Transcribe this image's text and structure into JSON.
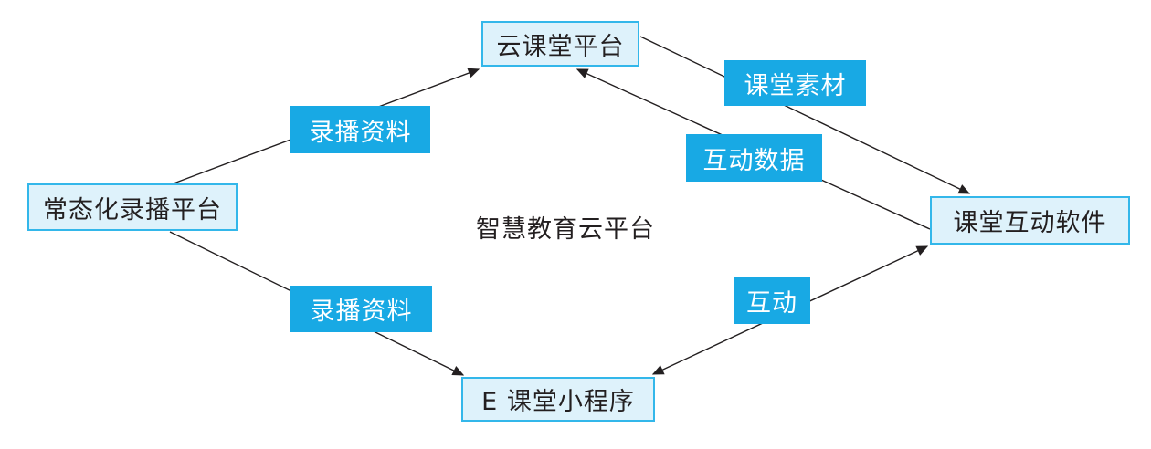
{
  "diagram": {
    "title": "智慧教育云平台",
    "nodes": [
      {
        "id": "cloud-classroom-platform",
        "label": "云课堂平台"
      },
      {
        "id": "normalized-recording-platform",
        "label": "常态化录播平台"
      },
      {
        "id": "classroom-interaction-software",
        "label": "课堂互动软件"
      },
      {
        "id": "e-classroom-mini-program",
        "label": "E 课堂小程序"
      }
    ],
    "edges": [
      {
        "from": "normalized-recording-platform",
        "to": "cloud-classroom-platform",
        "label": "录播资料",
        "direction": "one-way"
      },
      {
        "from": "cloud-classroom-platform",
        "to": "classroom-interaction-software",
        "label": "课堂素材",
        "direction": "one-way"
      },
      {
        "from": "classroom-interaction-software",
        "to": "cloud-classroom-platform",
        "label": "互动数据",
        "direction": "one-way"
      },
      {
        "from": "normalized-recording-platform",
        "to": "e-classroom-mini-program",
        "label": "录播资料",
        "direction": "one-way"
      },
      {
        "from": "e-classroom-mini-program",
        "to": "classroom-interaction-software",
        "label": "互动",
        "direction": "two-way"
      }
    ],
    "colors": {
      "node_fill": "#def2fb",
      "node_border": "#33b7ea",
      "edge_label_fill": "#18a9e4",
      "edge_label_text": "#ffffff",
      "line": "#231f20",
      "text": "#231f20",
      "background": "#ffffff"
    }
  }
}
